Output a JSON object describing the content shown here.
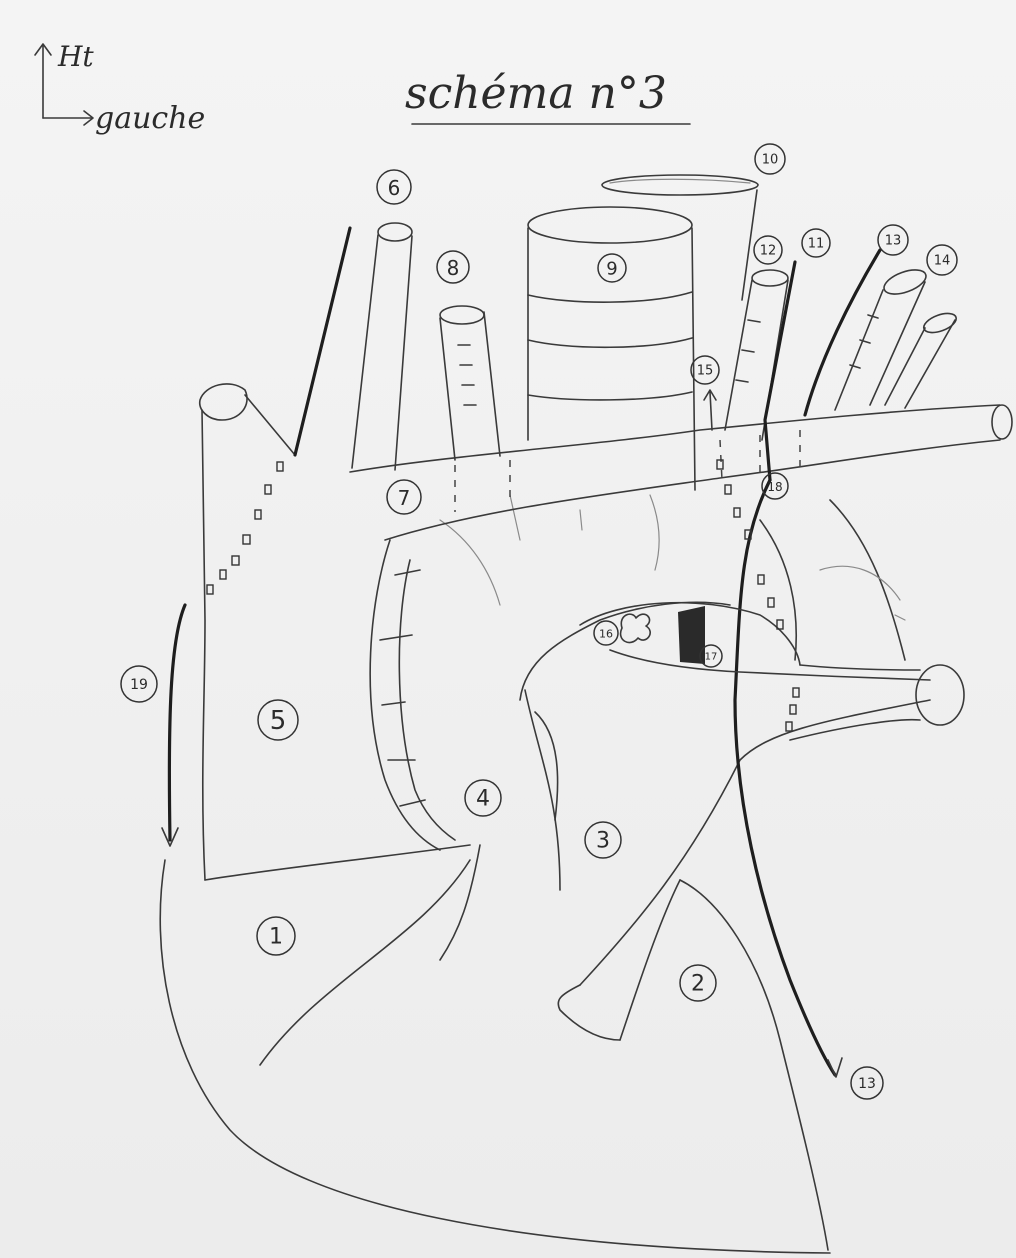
{
  "title": "schéma n°3",
  "orientation": {
    "up": "Ht",
    "right": "gauche"
  },
  "labels": {
    "l1": "1",
    "l2": "2",
    "l3": "3",
    "l4": "4",
    "l5": "5",
    "l6": "6",
    "l7": "7",
    "l8": "8",
    "l9": "9",
    "l10": "10",
    "l11": "11",
    "l12": "12",
    "l13": "13",
    "l13b": "13",
    "l14": "14",
    "l15": "15",
    "l16": "16",
    "l17": "17",
    "l18": "18",
    "l19": "19"
  },
  "colors": {
    "paper": "#f1f1f1",
    "pencil": "#3a3a3a"
  }
}
